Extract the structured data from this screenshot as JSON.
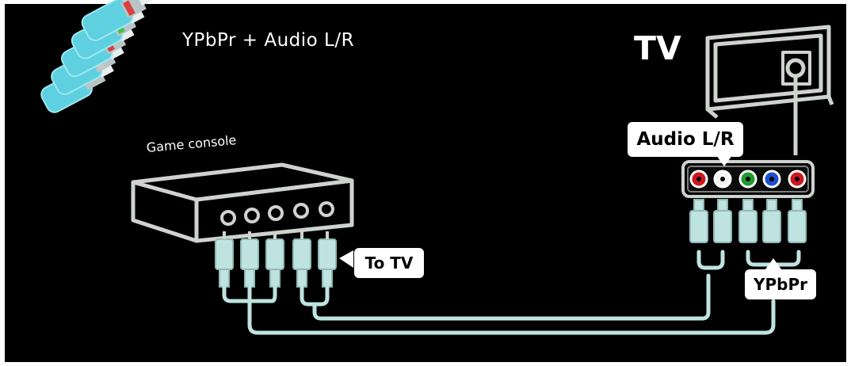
{
  "diagram": {
    "title": "YPbPr + Audio L/R",
    "tv_label": "TV",
    "device_label": "Game console",
    "callout_to_tv": "To TV",
    "callout_audio": "Audio L/R",
    "callout_ypbpr": "YPbPr"
  },
  "colors": {
    "background": "#000000",
    "line": "#cfd3cf",
    "cable": "#bfe3e0",
    "cable_dark": "#8fb9b6",
    "jack_red": "#d0161a",
    "jack_white": "#f2f2f2",
    "jack_green": "#1f9a2e",
    "jack_blue": "#1a4fd1"
  },
  "icons": {
    "connector": "rca-plug-bundle-icon",
    "tv": "tv-icon",
    "device": "game-console-icon"
  }
}
